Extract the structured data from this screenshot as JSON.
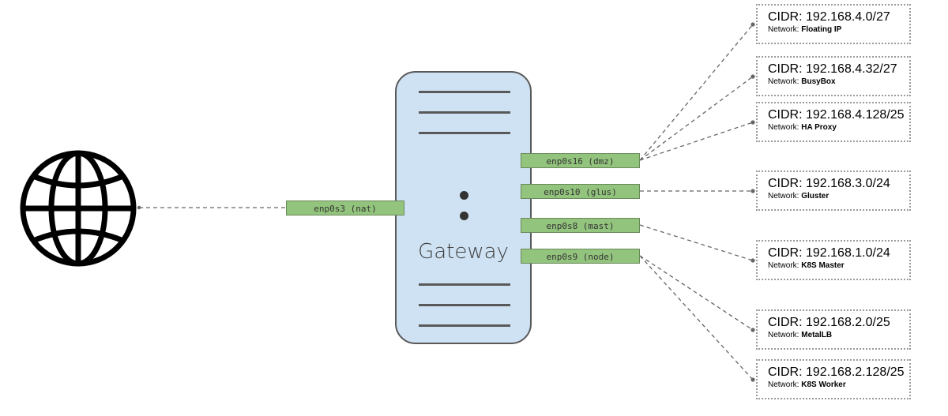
{
  "gateway": {
    "label": "Gateway"
  },
  "internet_interface": {
    "label": "enp0s3 (nat)"
  },
  "interfaces": [
    {
      "label": "enp0s16 (dmz)"
    },
    {
      "label": "enp0s10 (glus)"
    },
    {
      "label": "enp0s8 (mast)"
    },
    {
      "label": "enp0s9 (node)"
    }
  ],
  "networks": [
    {
      "cidr": "CIDR: 192.168.4.0/27",
      "network_prefix": "Network: ",
      "network_name": "Floating IP"
    },
    {
      "cidr": "CIDR: 192.168.4.32/27",
      "network_prefix": "Network: ",
      "network_name": "BusyBox"
    },
    {
      "cidr": "CIDR: 192.168.4.128/25",
      "network_prefix": "Network: ",
      "network_name": "HA Proxy"
    },
    {
      "cidr": "CIDR: 192.168.3.0/24",
      "network_prefix": "Network: ",
      "network_name": "Gluster"
    },
    {
      "cidr": "CIDR: 192.168.1.0/24",
      "network_prefix": "Network: ",
      "network_name": "K8S Master"
    },
    {
      "cidr": "CIDR: 192.168.2.0/25",
      "network_prefix": "Network: ",
      "network_name": "MetalLB"
    },
    {
      "cidr": "CIDR: 192.168.2.128/25",
      "network_prefix": "Network: ",
      "network_name": "K8S Worker"
    }
  ],
  "colors": {
    "server_fill": "#cfe2f3",
    "interface_fill": "#93c47d",
    "connector": "#666666"
  },
  "icons": {
    "internet": "globe-icon"
  }
}
